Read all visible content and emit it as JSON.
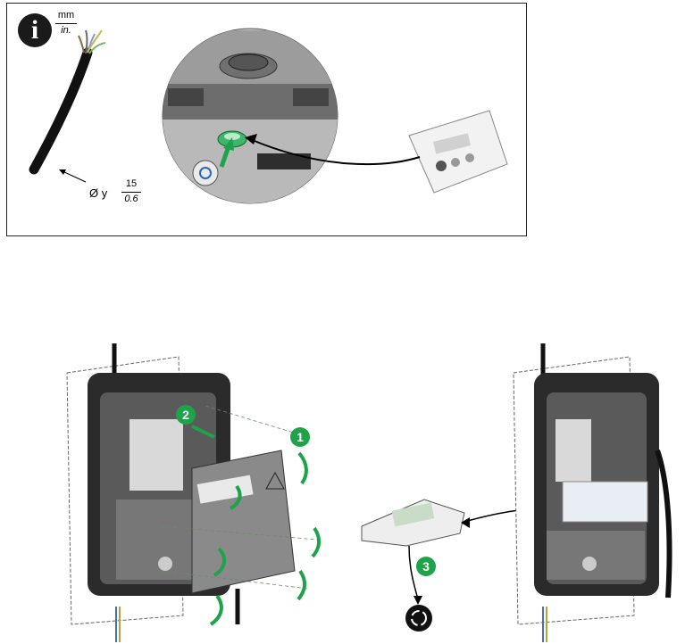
{
  "info_panel": {
    "info_icon_glyph": "i",
    "unit_numerator": "mm",
    "unit_denominator": "in.",
    "diameter_label": "Ø y",
    "diameter_mm": "15",
    "diameter_in": "0.6"
  },
  "steps": {
    "step1": "1",
    "step2": "2",
    "step3": "3"
  },
  "colors": {
    "accent_green": "#1fa34a",
    "device_dark": "#2b2b2b",
    "device_gray": "#8a8a8a"
  },
  "icons": [
    "info-icon",
    "cable-icon",
    "cable-gland-icon",
    "accessory-bag-icon",
    "charger-open-icon",
    "cover-icon",
    "recycle-icon",
    "arrow-icon"
  ]
}
